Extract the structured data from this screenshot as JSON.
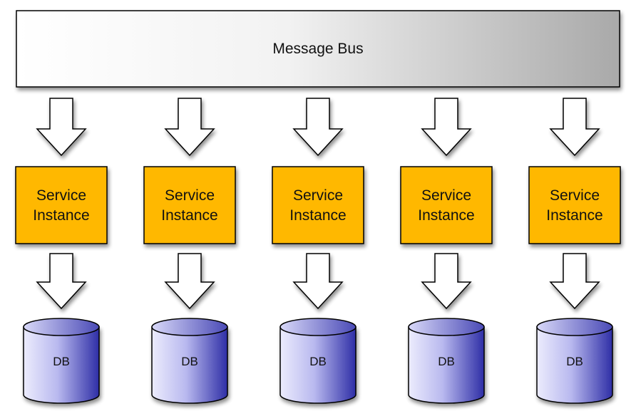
{
  "bus": {
    "label": "Message Bus"
  },
  "columns": [
    {
      "service_line1": "Service",
      "service_line2": "Instance",
      "db_label": "DB"
    },
    {
      "service_line1": "Service",
      "service_line2": "Instance",
      "db_label": "DB"
    },
    {
      "service_line1": "Service",
      "service_line2": "Instance",
      "db_label": "DB"
    },
    {
      "service_line1": "Service",
      "service_line2": "Instance",
      "db_label": "DB"
    },
    {
      "service_line1": "Service",
      "service_line2": "Instance",
      "db_label": "DB"
    }
  ],
  "colors": {
    "service_fill": "#FFB800",
    "db_fill_light": "#E8E8FC",
    "db_fill_dark": "#3232A8",
    "arrow_fill": "#FFFFFF",
    "stroke": "#000000"
  }
}
